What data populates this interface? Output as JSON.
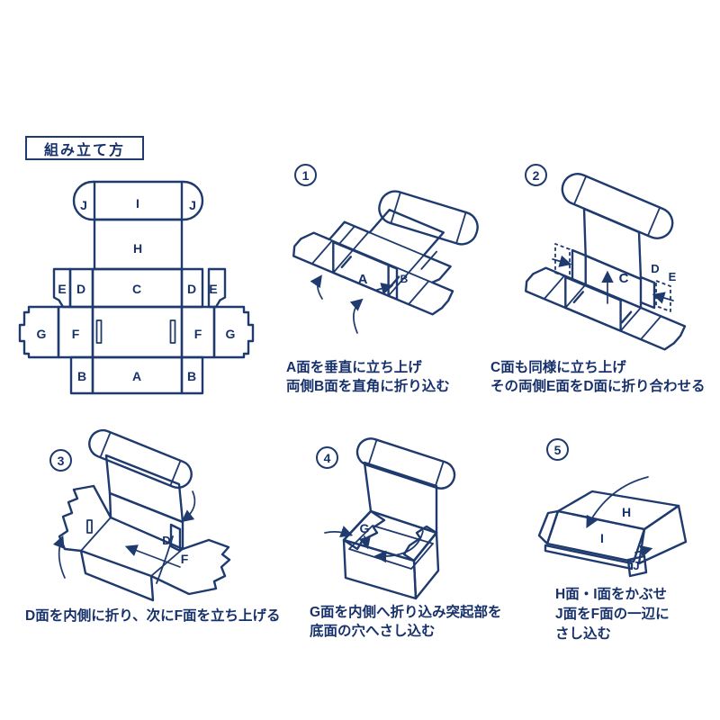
{
  "title": "組み立て方",
  "colors": {
    "line": "#1e3a6e",
    "text": "#17316b",
    "background": "#ffffff"
  },
  "template": {
    "labels": {
      "j_left": "J",
      "i": "I",
      "j_right": "J",
      "h": "H",
      "e_left": "E",
      "d_left": "D",
      "c": "C",
      "d_right": "D",
      "e_right": "E",
      "g_left": "G",
      "f_left": "F",
      "f_right": "F",
      "g_right": "G",
      "b_left": "B",
      "a": "A",
      "b_right": "B"
    }
  },
  "steps": [
    {
      "num": "1",
      "caption": [
        "A面を垂直に立ち上げ",
        "両側B面を直角に折り込む"
      ],
      "labels": {
        "a": "A",
        "b": "B"
      }
    },
    {
      "num": "2",
      "caption": [
        "C面も同様に立ち上げ",
        "その両側E面をD面に折り合わせる"
      ],
      "labels": {
        "c": "C",
        "d": "D",
        "e": "E"
      }
    },
    {
      "num": "3",
      "caption": [
        "D面を内側に折り、次にF面を立ち上げる"
      ],
      "labels": {
        "d": "D",
        "f": "F"
      }
    },
    {
      "num": "4",
      "caption": [
        "G面を内側へ折り込み突起部を",
        "底面の穴へさし込む"
      ],
      "labels": {
        "g": "G"
      }
    },
    {
      "num": "5",
      "caption": [
        "H面・I面をかぶせ",
        "J面をF面の一辺に",
        "さし込む"
      ],
      "labels": {
        "h": "H",
        "i": "I",
        "j": "J"
      }
    }
  ]
}
